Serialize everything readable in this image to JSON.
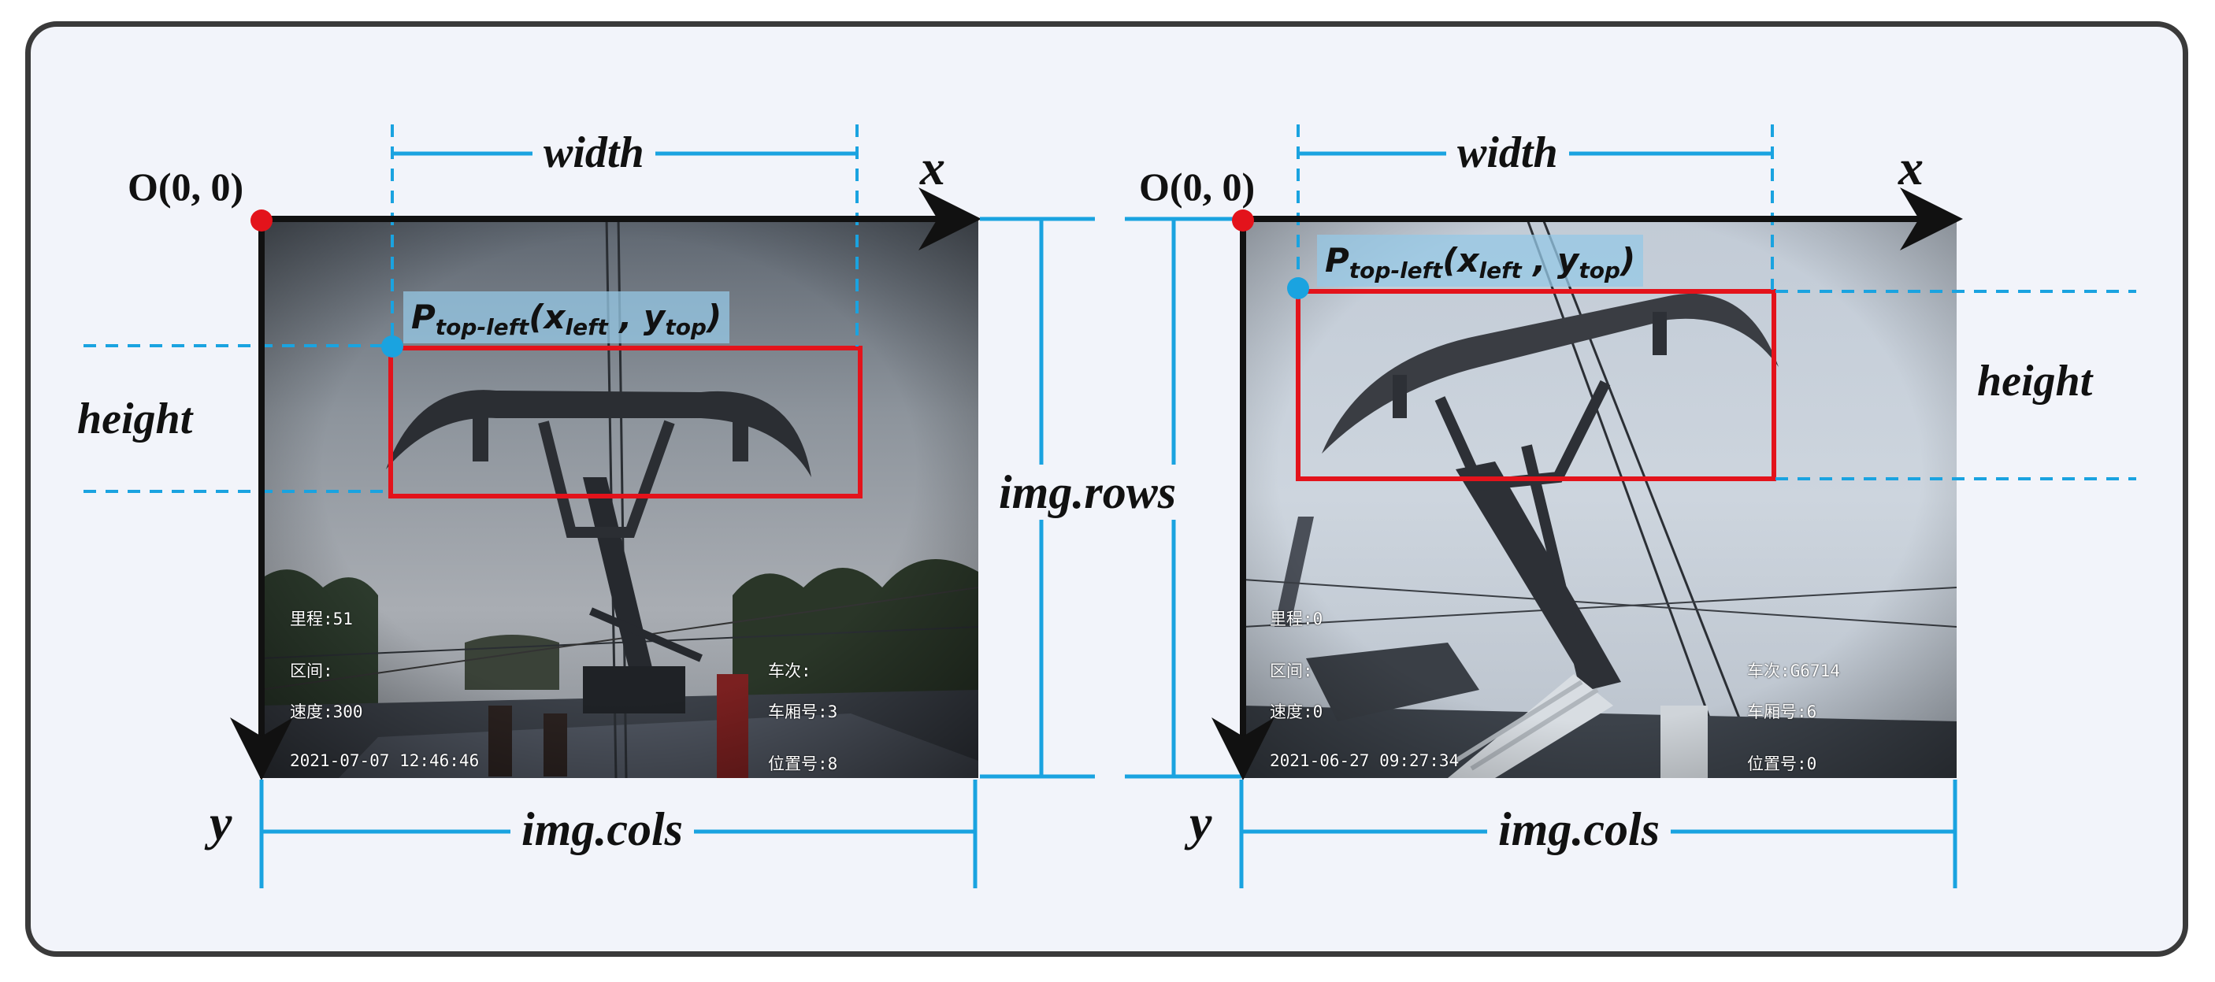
{
  "colors": {
    "accent_blue": "#1aa3e0",
    "box_red": "#e3131b",
    "axis_black": "#111111",
    "origin_red": "#e3131b"
  },
  "left": {
    "origin": "O(0, 0)",
    "x_label": "x",
    "y_label": "y",
    "width_label": "width",
    "height_label": "height",
    "cols_label": "img.cols",
    "point": {
      "P": "P",
      "sub": "top-left",
      "open": "(",
      "x": "x",
      "xsub": "left",
      "comma": ",",
      "y": "y",
      "ysub": "top",
      "close": ")"
    },
    "overlay": {
      "mileage": "里程:51",
      "section": "区间:",
      "speed": "速度:300",
      "datetime": "2021-07-07 12:46:46",
      "train": "车次:",
      "car": "车厢号:3",
      "position": "位置号:8"
    }
  },
  "middle": {
    "rows_label": "img.rows"
  },
  "right": {
    "origin": "O(0, 0)",
    "x_label": "x",
    "y_label": "y",
    "width_label": "width",
    "height_label": "height",
    "cols_label": "img.cols",
    "point": {
      "P": "P",
      "sub": "top-left",
      "open": "(",
      "x": "x",
      "xsub": "left",
      "comma": ",",
      "y": "y",
      "ysub": "top",
      "close": ")"
    },
    "overlay": {
      "mileage": "里程:0",
      "section": "区间:",
      "speed": "速度:0",
      "datetime": "2021-06-27 09:27:34",
      "train": "车次:G6714",
      "car": "车厢号:6",
      "position": "位置号:0"
    }
  }
}
